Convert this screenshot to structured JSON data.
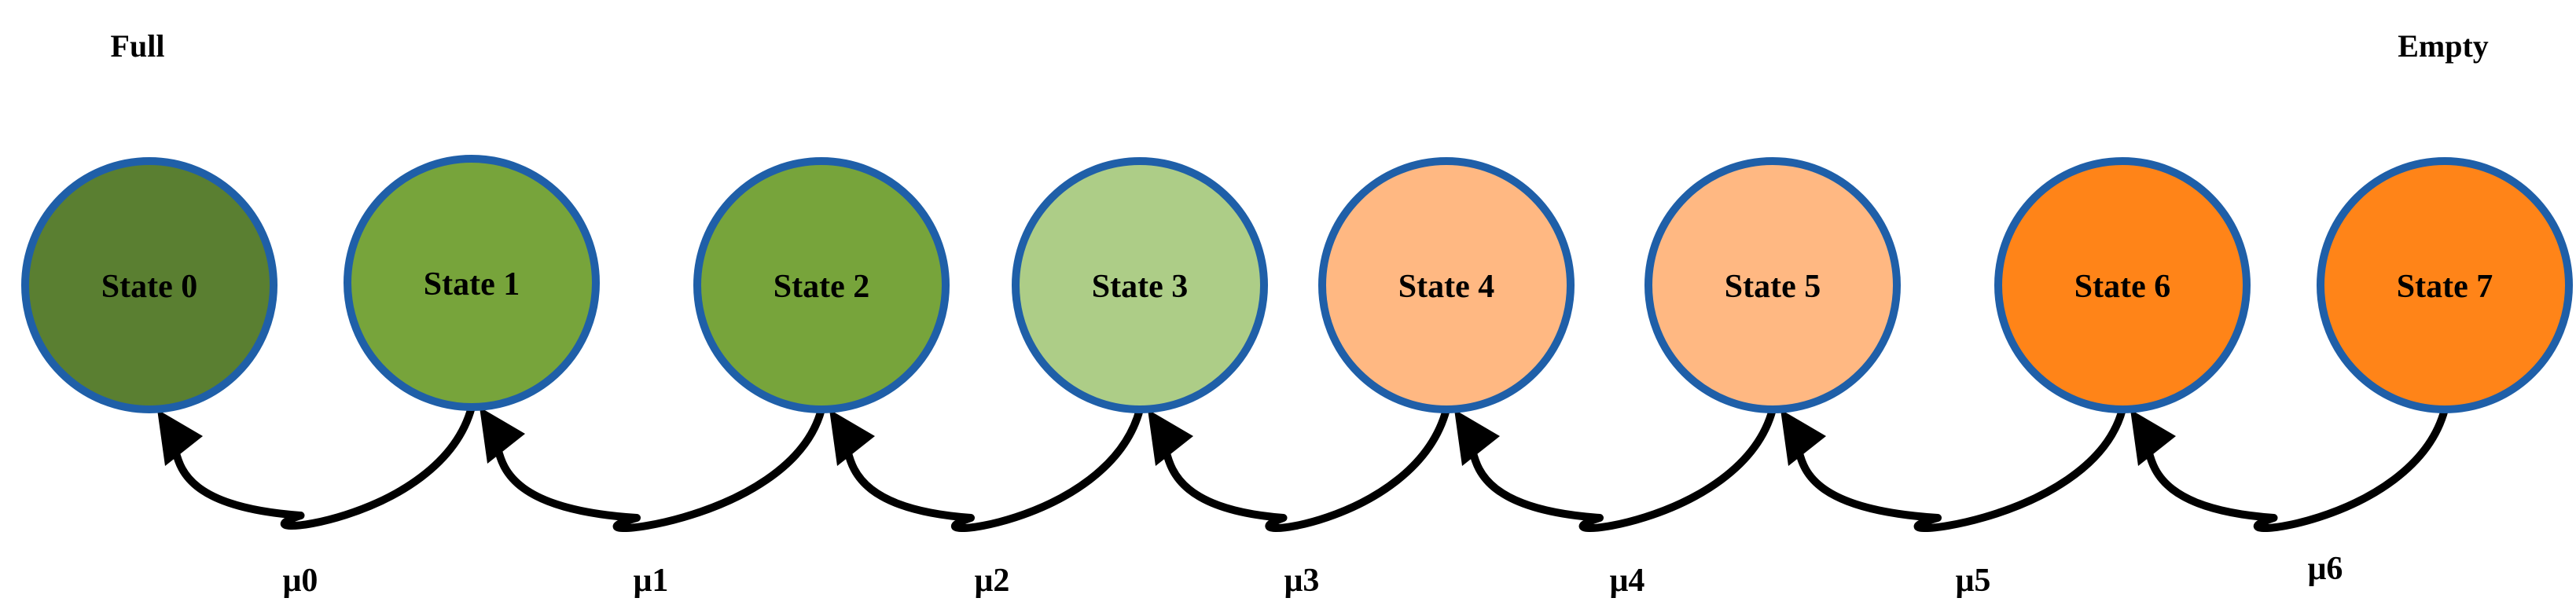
{
  "labels": {
    "left_end": "Full",
    "right_end": "Empty"
  },
  "states": [
    {
      "label": "State 0",
      "fill": "#5A7F31"
    },
    {
      "label": "State 1",
      "fill": "#77A43B"
    },
    {
      "label": "State 2",
      "fill": "#77A43B"
    },
    {
      "label": "State 3",
      "fill": "#ADCD87"
    },
    {
      "label": "State 4",
      "fill": "#FFB882"
    },
    {
      "label": "State 5",
      "fill": "#FFB882"
    },
    {
      "label": "State 6",
      "fill": "#FF8418"
    },
    {
      "label": "State 7",
      "fill": "#FF8418"
    }
  ],
  "transitions": [
    {
      "from": 1,
      "to": 0,
      "label": "μ0"
    },
    {
      "from": 2,
      "to": 1,
      "label": "μ1"
    },
    {
      "from": 3,
      "to": 2,
      "label": "μ2"
    },
    {
      "from": 4,
      "to": 3,
      "label": "μ3"
    },
    {
      "from": 5,
      "to": 4,
      "label": "μ4"
    },
    {
      "from": 6,
      "to": 5,
      "label": "μ5"
    },
    {
      "from": 7,
      "to": 6,
      "label": "μ6"
    }
  ],
  "colors": {
    "outline": "#1F5FA8",
    "arrow": "#000000"
  }
}
